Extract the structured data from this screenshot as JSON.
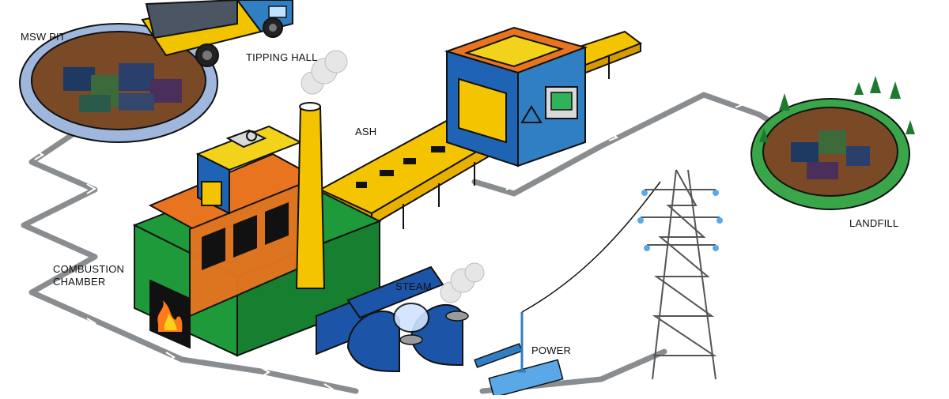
{
  "labels": {
    "msw_pit": "MSW PIT",
    "tipping_hall": "TIPPING HALL",
    "ash": "ASH",
    "landfill": "LANDFILL",
    "combustion_line1": "COMBUSTION",
    "combustion_line2": "CHAMBER",
    "steam": "STEAM",
    "power": "POWER"
  },
  "colors": {
    "flow_path": "#8a8d90",
    "conveyor": "#f5c400",
    "building_green": "#1f9a3a",
    "building_orange": "#e8741f",
    "building_blue": "#1f63b5",
    "building_yellow": "#f2d21a",
    "turbine_blue": "#1c55a8",
    "landfill_rim": "#3aa64a",
    "pit_rim": "#9fb7dc",
    "soil": "#7a4a26",
    "outline": "#111111"
  },
  "icons": [
    "dump-truck-icon",
    "smoke-icon",
    "fire-icon",
    "transmission-tower-icon",
    "tree-icon",
    "control-panel-icon",
    "turbine-icon"
  ]
}
